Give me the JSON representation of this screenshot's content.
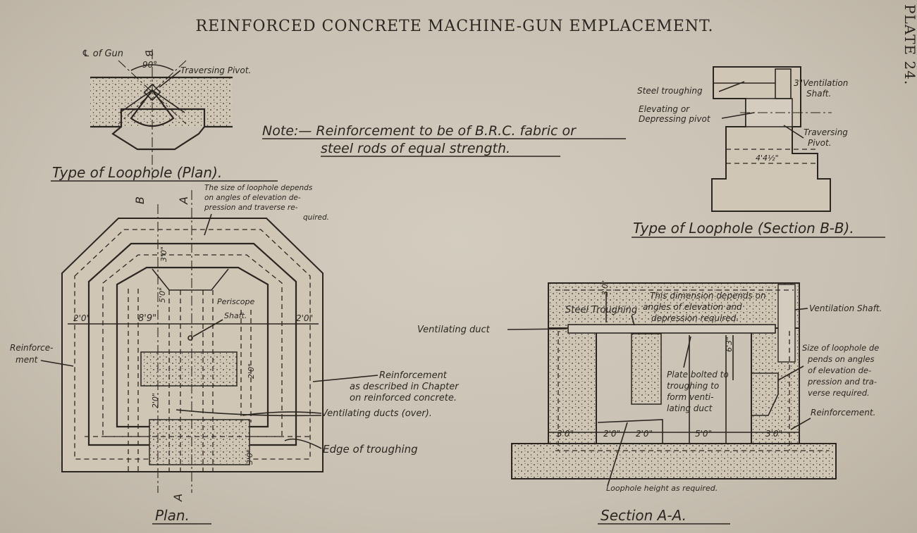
{
  "title": "REINFORCED CONCRETE MACHINE-GUN EMPLACEMENT.",
  "plate": "PLATE 24.",
  "note": {
    "line1": "Note:— Reinforcement to be of B.R.C. fabric or",
    "line2": "steel rods of equal strength."
  },
  "loophole_plan": {
    "caption": "Type of Loophole (Plan).",
    "gun_centre": "℄ of Gun",
    "angle": "90°",
    "traversing_pivot": "Traversing Pivot.",
    "section_letter": "B"
  },
  "loophole_section": {
    "caption": "Type of Loophole (Section B-B).",
    "steel_troughing": "Steel troughing",
    "ventilation_1": "3\"Ventilation",
    "ventilation_2": "Shaft.",
    "elevating_1": "Elevating or",
    "elevating_2": "Depressing pivot",
    "traversing_1": "Traversing",
    "traversing_2": "Pivot.",
    "dim": "4'4½\""
  },
  "plan": {
    "caption": "Plan.",
    "section_a": "A",
    "section_b": "B",
    "loophole_note_1": "The size of loophole depends",
    "loophole_note_2": "on angles of elevation de-",
    "loophole_note_3": "pression and traverse re-",
    "loophole_note_4": "quired.",
    "reinforcement_1": "Reinforce-",
    "reinforcement_2": "ment",
    "periscope_1": "Periscope",
    "periscope_2": "Shaft.",
    "reinf_desc_1": "Reinforcement",
    "reinf_desc_2": "as described in Chapter",
    "reinf_desc_3": "on reinforced concrete.",
    "ventilating_ducts": "Ventilating ducts (over).",
    "edge_troughing": "Edge of troughing",
    "dims": {
      "left_wall": "2'0\"",
      "width": "8'9\"",
      "right_wall": "2'0\"",
      "front": "3'0\"",
      "depth": "5'0\"",
      "duct": "2'0\"",
      "duct2": "2'0\"",
      "rear": "3'0\""
    }
  },
  "section_aa": {
    "caption": "Section A-A.",
    "dimension_note_1": "This dimension depends on",
    "dimension_note_2": "angles of elevation and",
    "dimension_note_3": "depression required.",
    "steel_troughing": "Steel Troughing",
    "ventilation_shaft": "Ventilation Shaft.",
    "ventilating_duct": "Ventilating duct",
    "loophole_size_1": "Size of loophole de",
    "loophole_size_2": "pends on angles",
    "loophole_size_3": "of elevation de-",
    "loophole_size_4": "pression and tra-",
    "loophole_size_5": "verse required.",
    "plate_1": "Plate bolted to",
    "plate_2": "troughing to",
    "plate_3": "form venti-",
    "plate_4": "lating duct",
    "reinforcement": "Reinforcement.",
    "loophole_height": "Loophole height as required.",
    "dims": {
      "roof": "3'0\"",
      "height": "6'3\"",
      "d1": "3'0\"",
      "d2": "2'0\"",
      "d3": "2'0\"",
      "d4": "5'0\"",
      "d5": "3'0\""
    }
  }
}
